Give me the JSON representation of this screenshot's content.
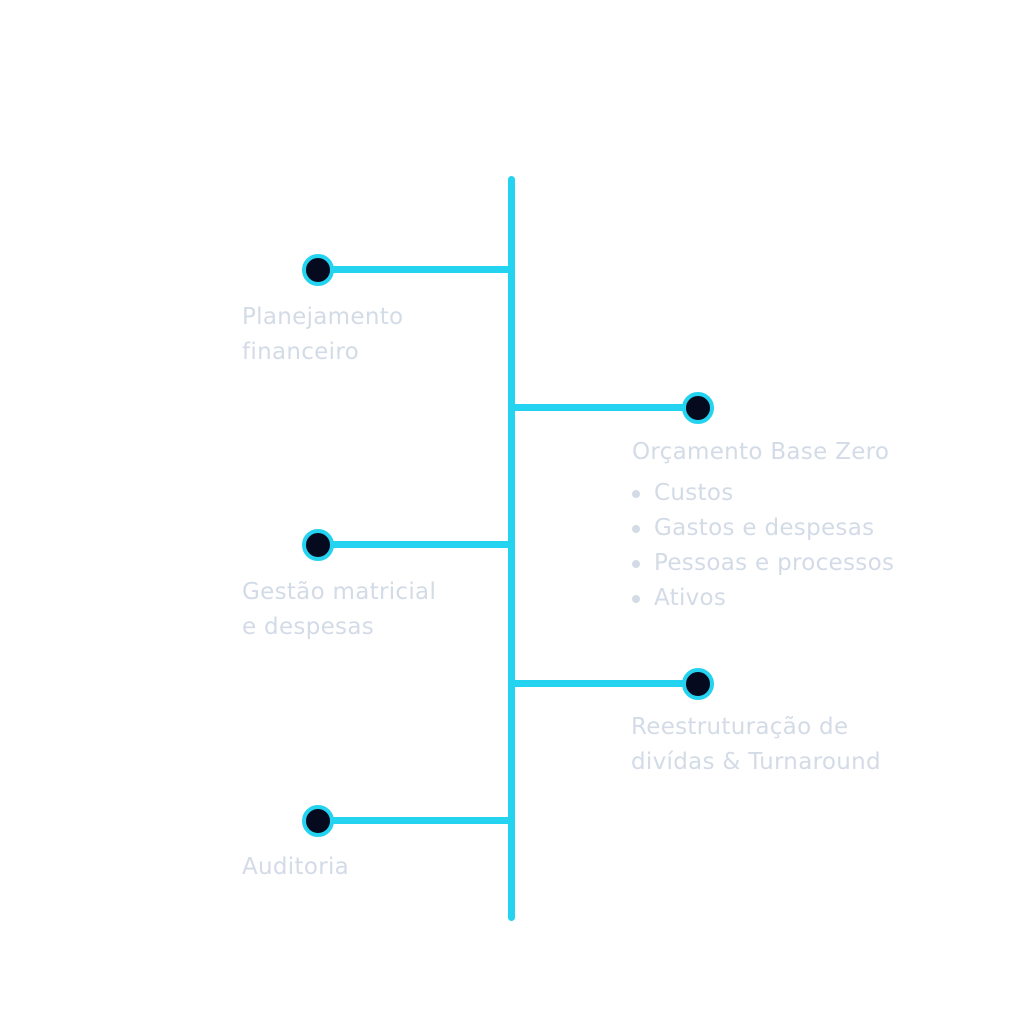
{
  "colors": {
    "line": "#24d3ef",
    "dot": "#050a1e",
    "text": "#d3dbe7"
  },
  "items": [
    {
      "title_line1": "Planejamento",
      "title_line2": "financeiro"
    },
    {
      "title": "Orçamento Base Zero",
      "bullets": [
        "Custos",
        "Gastos e despesas",
        "Pessoas e processos",
        "Ativos"
      ]
    },
    {
      "title_line1": "Gestão matricial",
      "title_line2": "e despesas"
    },
    {
      "title_line1": "Reestruturação de",
      "title_line2": "divídas & Turnaround"
    },
    {
      "title": "Auditoria"
    }
  ]
}
